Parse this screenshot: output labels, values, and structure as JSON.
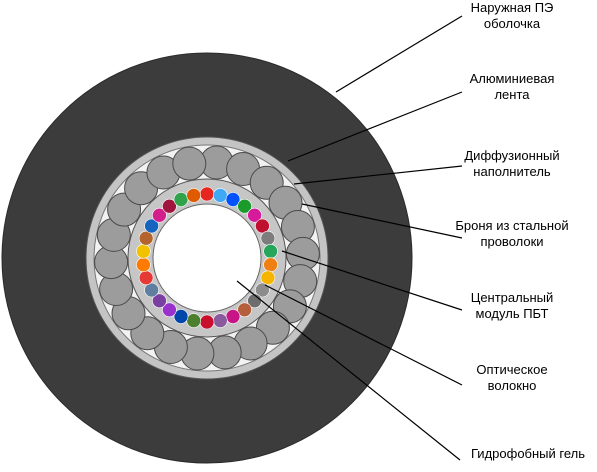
{
  "labels": [
    {
      "id": "outer-sheath",
      "lines": [
        "Наружная ПЭ",
        "оболочка"
      ]
    },
    {
      "id": "aluminum-tape",
      "lines": [
        "Алюминиевая",
        "лента"
      ]
    },
    {
      "id": "diffusion-filler",
      "lines": [
        "Диффузионный",
        "наполнитель"
      ]
    },
    {
      "id": "steel-wire-armor",
      "lines": [
        "Броня из стальной",
        "проволоки"
      ]
    },
    {
      "id": "central-tube",
      "lines": [
        "Центральный",
        "модуль ПБТ"
      ]
    },
    {
      "id": "optical-fiber",
      "lines": [
        "Оптическое",
        "волокно"
      ]
    },
    {
      "id": "hydrophobic-gel",
      "lines": [
        "Гидрофобный гель"
      ]
    }
  ],
  "colors": {
    "sheath": "#3c3c3c",
    "tape": "#c4c4c4",
    "filler": "#f2f2f2",
    "wire": "#9c9c9c",
    "wire_stroke": "#4a4a4a",
    "tube": "#c6c6c6",
    "gel": "#ffffff",
    "leader": "#000000"
  },
  "fiber_colors": [
    "#e6261f",
    "#3fa9f5",
    "#0052ff",
    "#1a9b2c",
    "#d61b9a",
    "#c01030",
    "#7d7d7d",
    "#26a65b",
    "#f07f13",
    "#f4b400",
    "#8c8c8c",
    "#6e6e6e",
    "#b45e3c",
    "#c71585",
    "#8a5a9c",
    "#c8102e",
    "#4c7f2e",
    "#0047ab",
    "#9932cc",
    "#7b3fa1",
    "#5f7ea0",
    "#e53935",
    "#ff7a00",
    "#f2c200",
    "#b4652d",
    "#1565c0",
    "#d21f8c",
    "#a0153e",
    "#31a34a",
    "#e05a00"
  ]
}
